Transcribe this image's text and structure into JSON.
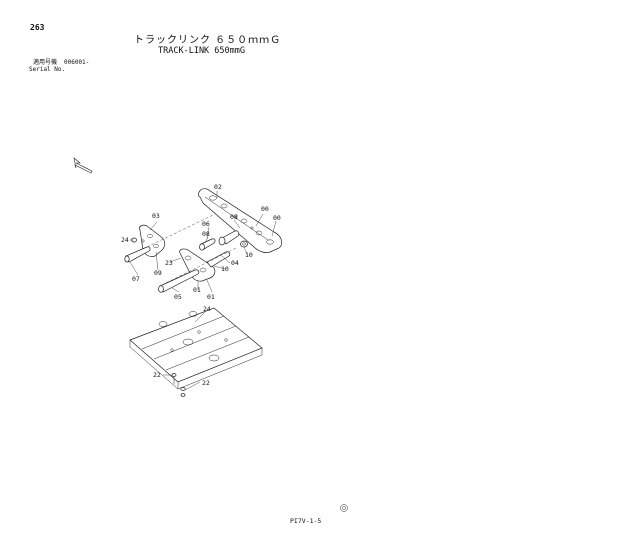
{
  "header": {
    "page_number": "263",
    "title_jp": "トラックリンク ６５０ｍｍＧ",
    "title_en": "TRACK-LINK 650mmG"
  },
  "serial": {
    "label_jp": "適用号機",
    "value": "006001-",
    "label_en": "Serial No."
  },
  "footer": {
    "code": "PI7V-1-5"
  },
  "callouts": {
    "c02": "02",
    "c00a": "00",
    "c00b": "00",
    "c08a": "08",
    "c06": "06",
    "c03": "03",
    "c08b": "08",
    "c24a": "24",
    "c10": "10",
    "c23": "23",
    "c04": "04",
    "c10b": "10",
    "c09": "09",
    "c07": "07",
    "c05": "05",
    "c01a": "01",
    "c01b": "01",
    "c24b": "24",
    "c22a": "22",
    "c22b": "22"
  }
}
